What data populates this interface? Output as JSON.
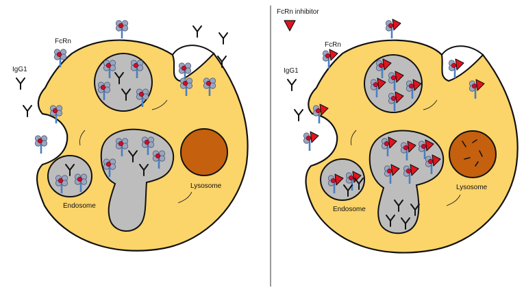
{
  "left_panel": {
    "labels": {
      "fcrn": "FcRn",
      "igg1": "IgG1",
      "endosome": "Endosome",
      "lysosome": "Lysosome"
    }
  },
  "right_panel": {
    "labels": {
      "inhibitor": "FcRn inhibitor",
      "fcrn": "FcRn",
      "igg1": "IgG1",
      "endosome": "Endosome",
      "lysosome": "Lysosome"
    }
  },
  "colors": {
    "cytoplasm": "#fbd46a",
    "vesicle": "#bdbdbd",
    "lysosome": "#c5600f",
    "fcrn_stem": "#4a7fc1",
    "albumin_ball": "#9aa6be",
    "albumin_core": "#c8102e",
    "inhibitor": "#e0141e",
    "antibody": "#111111"
  },
  "icons": [
    "fcrn-receptor-icon",
    "igg1-antibody-icon",
    "fcrn-inhibitor-icon"
  ]
}
